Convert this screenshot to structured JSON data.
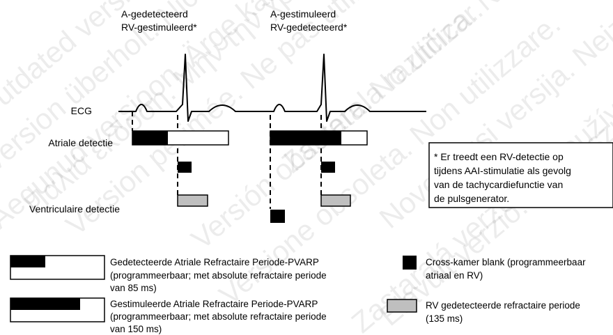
{
  "header_left": {
    "line1": "A-gedetecteerd",
    "line2": "RV-gestimuleerd*"
  },
  "header_right": {
    "line1": "A-gestimuleerd",
    "line2": "RV-gedetecteerd*"
  },
  "rows": {
    "ecg": "ECG",
    "atrial": "Atriale detectie",
    "ventricular": "Ventriculaire detectie"
  },
  "note": [
    "* Er treedt een RV-detectie op",
    "tijdens AAI-stimulatie als gevolg",
    "van de tachycardiefunctie van",
    "de pulsgenerator."
  ],
  "legend": {
    "sensed_pvarp": [
      "Gedetecteerde Atriale Refractaire Periode-PVARP",
      "(programmeerbaar; met absolute refractaire periode",
      "van 85 ms)"
    ],
    "paced_pvarp": [
      "Gestimuleerde Atriale Refractaire Periode-PVARP",
      "(programmeerbaar; met absolute refractaire periode",
      "van 150 ms)"
    ],
    "cross_blank": [
      "Cross-kamer blank (programmeerbaar",
      "atriaal en RV)"
    ],
    "rv_refractory": [
      "RV gedetecteerde refractaire periode",
      "(135 ms)"
    ]
  },
  "watermark": [
    "Outdated version. Do not use.",
    "Version périmée. Ne pas utiliser.",
    "Versione obsoleta. Non utilizzare.",
    "Zastaralá verze. Nepoužívat.",
    "Aegunud versioon. Ärge kasutage.",
    "Elavult verzió. Ne használja!",
    "Version überholt. Nicht verwenden.",
    "Παλιά έκδοση. Μην την χρησιμοποιείτε.",
    "Versión obsoleta. No utilizar.",
    "Novecojusi versija. Neizmantot.",
    "Zastarela različica. Ne uporabite."
  ],
  "colors": {
    "stroke": "#000000",
    "fill_black": "#000000",
    "fill_gray": "#bfbfbf"
  }
}
